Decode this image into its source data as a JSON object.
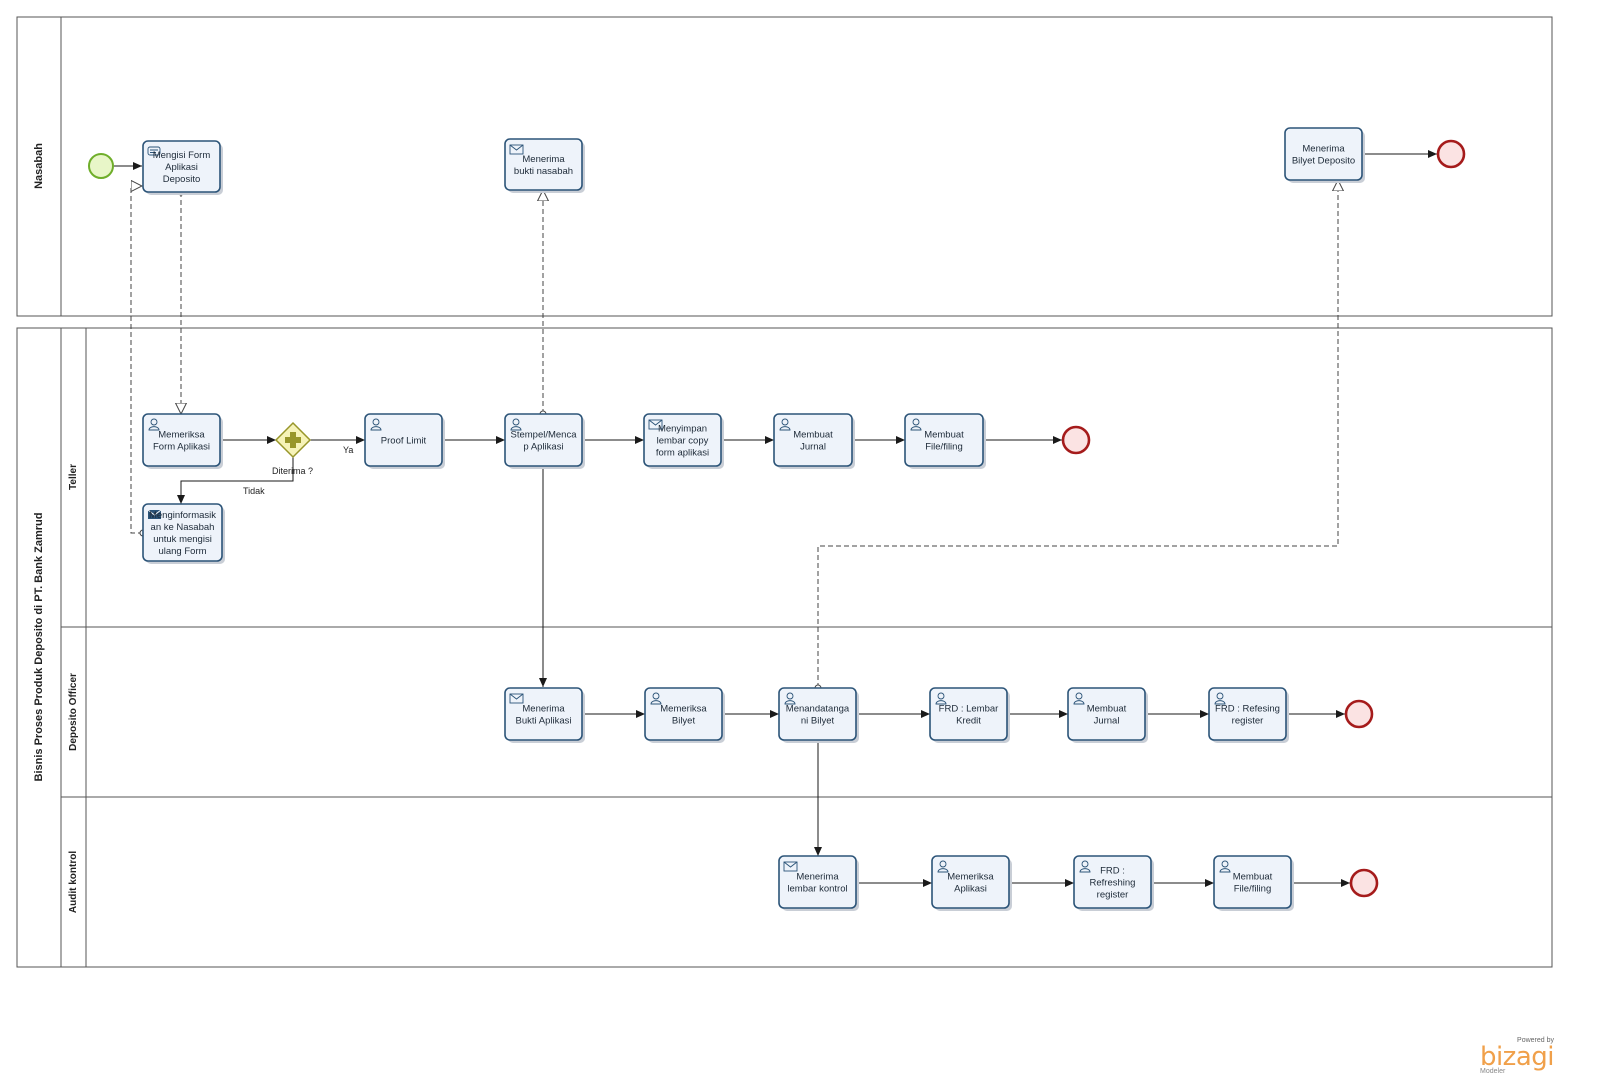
{
  "pools": {
    "nasabah": {
      "title": "Nasabah"
    },
    "bank": {
      "title": "Bisnis Proses Produk Deposito di PT. Bank Zamrud",
      "lanes": {
        "teller": "Teller",
        "deposito_officer": "Deposito Officer",
        "audit_kontrol": "Audit kontrol"
      }
    }
  },
  "tasks": {
    "mengisi_form": {
      "label": "Mengisi Form Aplikasi Deposito",
      "icon": "manual-task-icon"
    },
    "menerima_bukti_nasabah": {
      "label": "Menerima bukti nasabah",
      "icon": "envelope-icon"
    },
    "menerima_bilyet": {
      "label": "Menerima Bilyet Deposito",
      "icon": ""
    },
    "memeriksa_form": {
      "label": "Memeriksa Form Aplikasi",
      "icon": "user-icon"
    },
    "proof_limit": {
      "label": "Proof Limit",
      "icon": "user-icon"
    },
    "stempel": {
      "label": "Stempel/Mencap Aplikasi",
      "icon": "user-icon"
    },
    "menyimpan": {
      "label": "Menyimpan lembar copy form aplikasi",
      "icon": "envelope-icon"
    },
    "membuat_jurnal_teller": {
      "label": "Membuat Jurnal",
      "icon": "user-icon"
    },
    "membuat_file_teller": {
      "label": "Membuat File/filing",
      "icon": "user-icon"
    },
    "menginformasikan": {
      "label": "Menginformasikan ke Nasabah untuk mengisi ulang Form",
      "icon": "send-envelope-icon"
    },
    "menerima_bukti_aplikasi": {
      "label": "Menerima Bukti Aplikasi",
      "icon": "envelope-icon"
    },
    "memeriksa_bilyet": {
      "label": "Memeriksa Bilyet",
      "icon": "user-icon"
    },
    "menandatangani": {
      "label": "Menandatangani Bilyet",
      "icon": "user-icon"
    },
    "frd_lembar": {
      "label": "FRD : Lembar Kredit",
      "icon": "user-icon"
    },
    "membuat_jurnal_do": {
      "label": "Membuat Jurnal",
      "icon": "user-icon"
    },
    "frd_refesing": {
      "label": "FRD : Refesing register",
      "icon": "user-icon"
    },
    "menerima_lembar": {
      "label": "Menerima lembar kontrol",
      "icon": "envelope-icon"
    },
    "memeriksa_aplikasi": {
      "label": "Memeriksa Aplikasi",
      "icon": "user-icon"
    },
    "frd_refreshing": {
      "label": "FRD : Refreshing register",
      "icon": "user-icon"
    },
    "membuat_file_audit": {
      "label": "Membuat File/filing",
      "icon": "user-icon"
    }
  },
  "gateway": {
    "label": "Diterima ?",
    "icon": "parallel-gateway-icon"
  },
  "flow_labels": {
    "ya": "Ya",
    "tidak": "Tidak"
  },
  "logo": {
    "powered": "Powered by",
    "brand": "bizagi",
    "sub": "Modeler"
  },
  "colors": {
    "task_border": "#2c5478",
    "task_fill": "#eef3fa",
    "start_event": "#6fae2a",
    "end_event": "#a51b1b",
    "gateway": "#98962a",
    "logo": "#f0a04a"
  }
}
